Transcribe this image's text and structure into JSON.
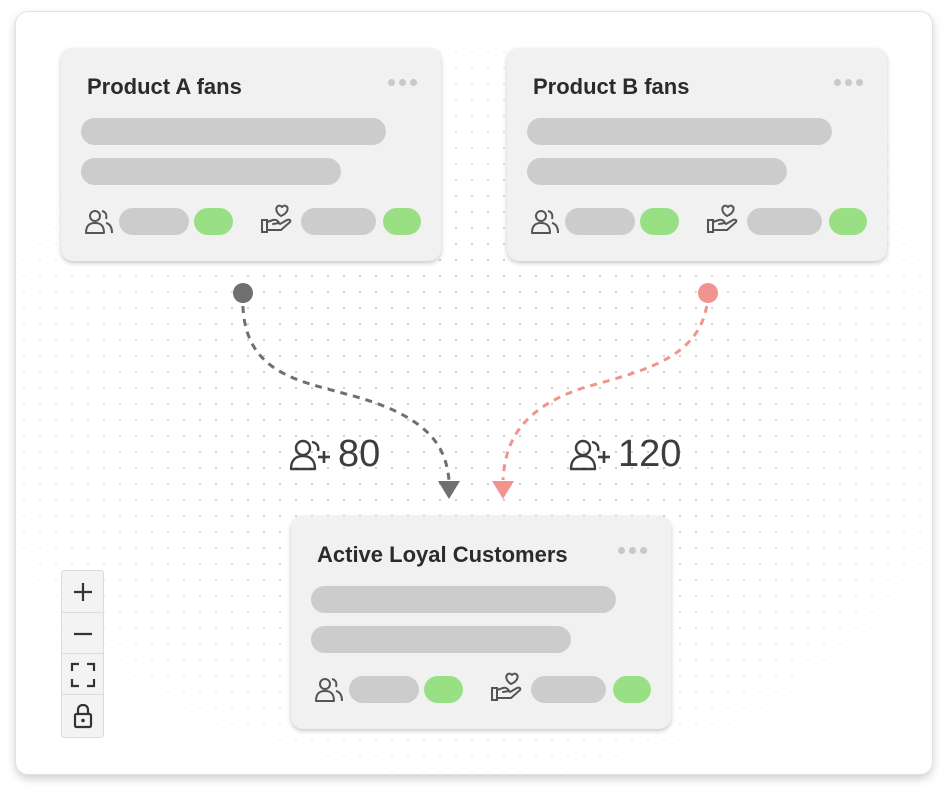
{
  "nodes": [
    {
      "title": "Product A fans"
    },
    {
      "title": "Product B fans"
    },
    {
      "title": "Active Loyal Customers"
    }
  ],
  "edges": [
    {
      "from": "Product A fans",
      "to": "Active Loyal Customers",
      "label": "80",
      "color": "#6f6f6f"
    },
    {
      "from": "Product B fans",
      "to": "Active Loyal Customers",
      "label": "120",
      "color": "#f0948d"
    }
  ],
  "colors": {
    "placeholder": "#cccccc",
    "status_green": "#99e085",
    "card_background": "#f1f1f1"
  },
  "icons": {
    "card_menu": "more-horizontal-icon",
    "audience": "users-icon",
    "loyalty": "hand-heart-icon",
    "edge": "user-plus-icon"
  },
  "controls": [
    "zoom-in",
    "zoom-out",
    "fit-view",
    "lock"
  ]
}
